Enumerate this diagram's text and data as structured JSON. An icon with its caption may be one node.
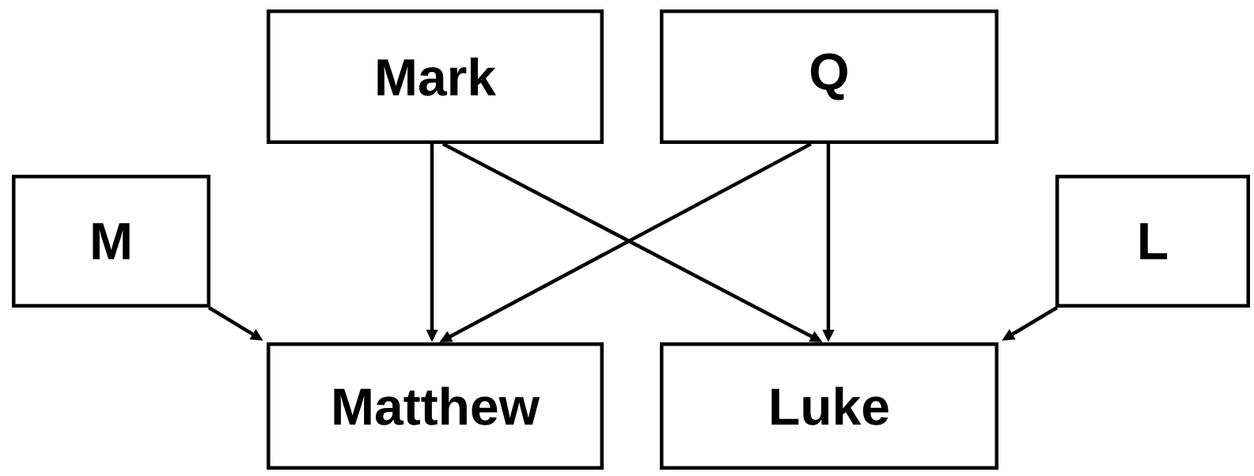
{
  "diagram": {
    "nodes": [
      {
        "text": [
          "Mark"
        ]
      },
      {
        "text": [
          "Q"
        ]
      },
      {
        "text": [
          "M"
        ]
      },
      {
        "text": [
          "L"
        ]
      },
      {
        "text": [
          "Matthew"
        ]
      },
      {
        "text": [
          "Luke"
        ]
      }
    ],
    "edges": [
      {
        "from": 0,
        "to": 4,
        "arrow": "to"
      },
      {
        "from": 0,
        "to": 5,
        "arrow": "to"
      },
      {
        "from": 1,
        "to": 4,
        "arrow": "to"
      },
      {
        "from": 1,
        "to": 5,
        "arrow": "to"
      },
      {
        "from": 2,
        "to": 4,
        "arrow": "to"
      },
      {
        "from": 3,
        "to": 5,
        "arrow": "to"
      }
    ]
  }
}
